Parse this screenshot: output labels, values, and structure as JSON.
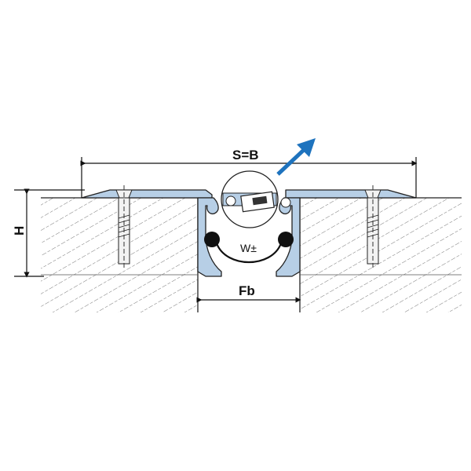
{
  "labels": {
    "overall_width": "S=B",
    "height": "H",
    "gap_width": "Fb",
    "movement": "W±"
  },
  "colors": {
    "profile_fill": "#b7cfe6",
    "arrow": "#1e73be",
    "outline": "#222222",
    "hatch": "#444444",
    "anchor_fill": "#f2f2f2",
    "seal_bead": "#111111"
  },
  "icons": {
    "arrow": "diagonal-arrow-up-right"
  }
}
